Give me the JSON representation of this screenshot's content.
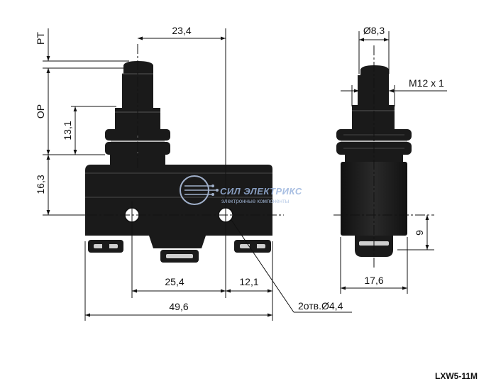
{
  "dimensions": {
    "pt": "PT",
    "op": "OP",
    "d23_4": "23,4",
    "d13_1": "13,1",
    "d16_3": "16,3",
    "d25_4": "25,4",
    "d12_1": "12,1",
    "d49_6": "49,6",
    "holes": "2отв.Ø4,4",
    "dia8_3": "Ø8,3",
    "thread": "M12 x 1",
    "d9": "9",
    "d17_6": "17,6"
  },
  "watermark": {
    "title": "СИЛ ЭЛЕКТРИКС",
    "subtitle": "электронные компоненты"
  },
  "model": "LXW5-11M",
  "colors": {
    "body": "#1a1a1a",
    "line": "#111111",
    "watermark": "#9bb4dd"
  }
}
